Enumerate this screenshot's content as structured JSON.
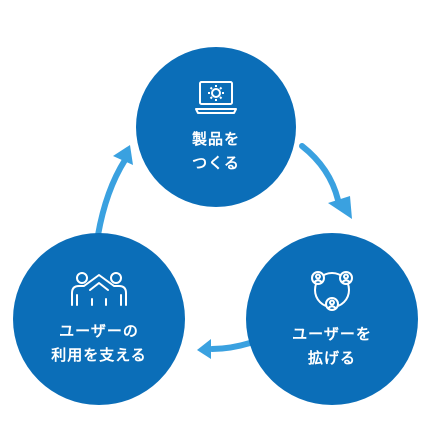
{
  "colors": {
    "circle": "#0b6eb8",
    "arrow": "#3aa1e0",
    "text": "#ffffff"
  },
  "nodes": {
    "make": {
      "icon": "laptop-gear-icon",
      "lines": [
        "製品を",
        "つくる"
      ]
    },
    "grow": {
      "icon": "user-network-icon",
      "lines": [
        "ユーザーを",
        "拡げる"
      ]
    },
    "support": {
      "icon": "people-handshake-icon",
      "lines": [
        "ユーザーの",
        "利用を支える"
      ]
    }
  }
}
